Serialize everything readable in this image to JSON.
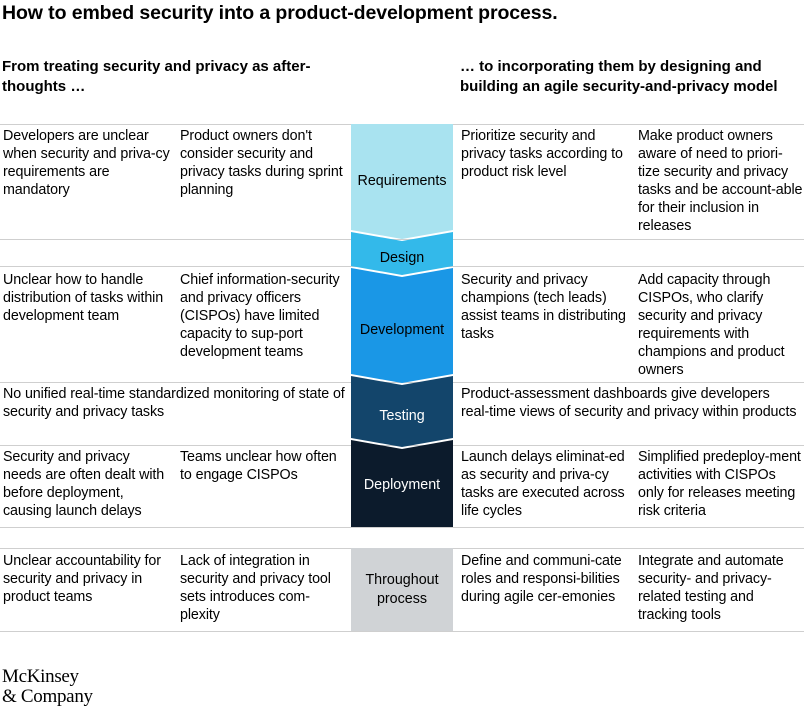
{
  "title": "How to embed security into a product-development process.",
  "left_header": "From treating security and privacy as after-thoughts …",
  "right_header": "… to incorporating them by designing and building an agile security-and-privacy model",
  "stages": [
    {
      "label": "Requirements",
      "color": "#a9e3f0"
    },
    {
      "label": "Design",
      "color": "#33b9ea"
    },
    {
      "label": "Development",
      "color": "#1a97e6"
    },
    {
      "label": "Testing",
      "color": "#13456b"
    },
    {
      "label": "Deployment",
      "color": "#0c1b2c"
    },
    {
      "label": "Throughout process",
      "color": "#d0d3d6"
    }
  ],
  "rows": {
    "requirements": {
      "from_1": "Developers are unclear when security and priva-cy requirements are mandatory",
      "from_2": "Product owners don't consider security and privacy tasks during sprint planning",
      "to_1": "Prioritize security and privacy tasks according to product risk level",
      "to_2": "Make product owners aware of need to priori-tize security and privacy tasks and be account-able for their inclusion in releases"
    },
    "development": {
      "from_1": "Unclear how to handle distribution of tasks within development team",
      "from_2": "Chief information-security and privacy officers (CISPOs) have limited capacity to sup-port development teams",
      "to_1": "Security and privacy champions (tech leads) assist teams in distributing tasks",
      "to_2": "Add capacity through CISPOs, who clarify security and privacy requirements with champions and product owners"
    },
    "testing": {
      "from": "No unified real-time standardized monitoring of state of security and privacy tasks",
      "to": "Product-assessment dashboards give developers real-time views of security and privacy within products"
    },
    "deployment": {
      "from_1": "Security and privacy needs are often dealt with before deployment, causing launch delays",
      "from_2": "Teams unclear how often to engage CISPOs",
      "to_1": "Launch delays eliminat-ed as security and priva-cy tasks are executed across life cycles",
      "to_2": "Simplified predeploy-ment activities with CISPOs only for releases meeting risk criteria"
    },
    "throughout": {
      "from_1": "Unclear accountability for security and privacy in product teams",
      "from_2": "Lack of integration in security and privacy tool sets introduces com-plexity",
      "to_1": "Define and communi-cate roles and responsi-bilities during agile cer-emonies",
      "to_2": "Integrate and automate security- and privacy-related testing and tracking tools"
    }
  },
  "logo": {
    "line1": "McKinsey",
    "line2": "& Company"
  }
}
